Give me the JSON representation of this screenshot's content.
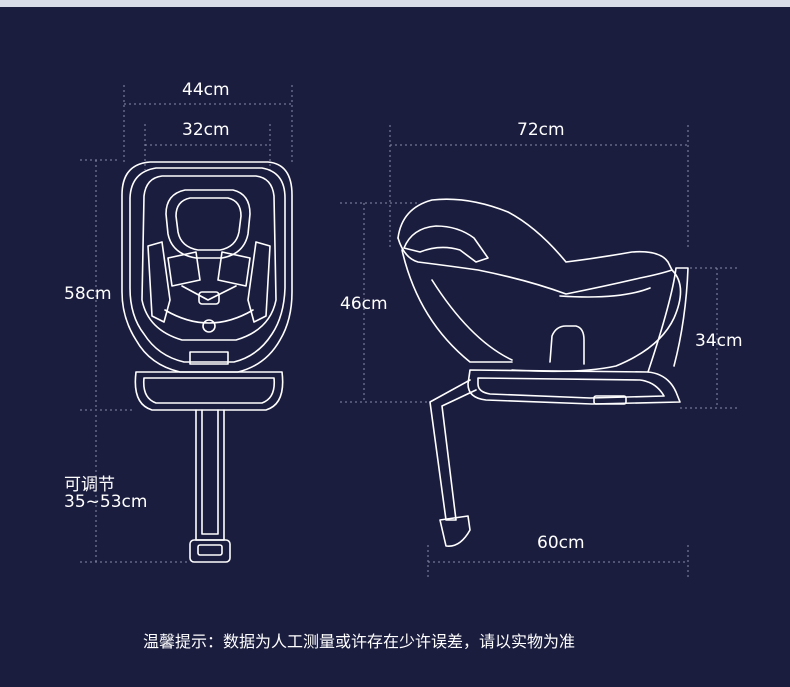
{
  "front_view": {
    "width_outer": "44cm",
    "width_inner": "32cm",
    "height": "58cm",
    "adjust_label": "可调节",
    "adjust_range": "35~53cm"
  },
  "side_view": {
    "length": "72cm",
    "height": "46cm",
    "base_height": "34cm",
    "base_length": "60cm"
  },
  "footer": {
    "note": "温馨提示：数据为人工测量或许存在少许误差，请以实物为准"
  },
  "colors": {
    "background": "#1b1d3f",
    "line": "#ffffff",
    "guide": "#8a8ca8"
  }
}
